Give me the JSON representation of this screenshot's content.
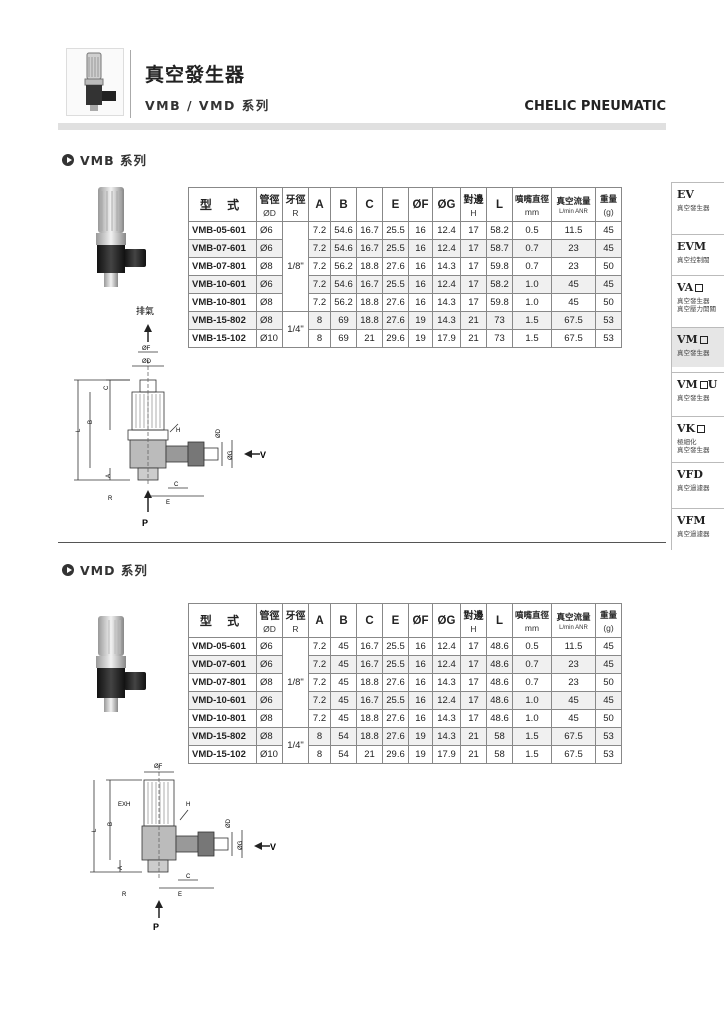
{
  "header": {
    "title": "真空發生器",
    "subtitle": "VMB / VMD 系列",
    "brand": "CHELIC PNEUMATIC"
  },
  "sections": {
    "vmb": "VMB 系列",
    "vmd": "VMD 系列"
  },
  "table_headers": {
    "model": "型 式",
    "tube": "管徑",
    "tube_sub": "ØD",
    "thread": "牙徑",
    "thread_sub": "R",
    "a": "A",
    "b": "B",
    "c": "C",
    "e": "E",
    "f": "ØF",
    "g": "ØG",
    "hex": "對邊",
    "hex_sub": "H",
    "l": "L",
    "nozzle": "噴嘴直徑",
    "nozzle_sub": "mm",
    "flow": "真空流量",
    "flow_sub": "L/min ANR",
    "weight": "重量",
    "weight_sub": "(g)"
  },
  "vmb_table": {
    "thread_group1": "1/8\"",
    "thread_group2": "1/4\"",
    "rows": [
      {
        "model": "VMB-05-601",
        "od": "Ø6",
        "a": "7.2",
        "b": "54.6",
        "c": "16.7",
        "e": "25.5",
        "f": "16",
        "g": "12.4",
        "h": "17",
        "l": "58.2",
        "nozzle": "0.5",
        "flow": "11.5",
        "weight": "45"
      },
      {
        "model": "VMB-07-601",
        "od": "Ø6",
        "a": "7.2",
        "b": "54.6",
        "c": "16.7",
        "e": "25.5",
        "f": "16",
        "g": "12.4",
        "h": "17",
        "l": "58.7",
        "nozzle": "0.7",
        "flow": "23",
        "weight": "45"
      },
      {
        "model": "VMB-07-801",
        "od": "Ø8",
        "a": "7.2",
        "b": "56.2",
        "c": "18.8",
        "e": "27.6",
        "f": "16",
        "g": "14.3",
        "h": "17",
        "l": "59.8",
        "nozzle": "0.7",
        "flow": "23",
        "weight": "50"
      },
      {
        "model": "VMB-10-601",
        "od": "Ø6",
        "a": "7.2",
        "b": "54.6",
        "c": "16.7",
        "e": "25.5",
        "f": "16",
        "g": "12.4",
        "h": "17",
        "l": "58.2",
        "nozzle": "1.0",
        "flow": "45",
        "weight": "45"
      },
      {
        "model": "VMB-10-801",
        "od": "Ø8",
        "a": "7.2",
        "b": "56.2",
        "c": "18.8",
        "e": "27.6",
        "f": "16",
        "g": "14.3",
        "h": "17",
        "l": "59.8",
        "nozzle": "1.0",
        "flow": "45",
        "weight": "50"
      },
      {
        "model": "VMB-15-802",
        "od": "Ø8",
        "a": "8",
        "b": "69",
        "c": "18.8",
        "e": "27.6",
        "f": "19",
        "g": "14.3",
        "h": "21",
        "l": "73",
        "nozzle": "1.5",
        "flow": "67.5",
        "weight": "53"
      },
      {
        "model": "VMB-15-102",
        "od": "Ø10",
        "a": "8",
        "b": "69",
        "c": "21",
        "e": "29.6",
        "f": "19",
        "g": "17.9",
        "h": "21",
        "l": "73",
        "nozzle": "1.5",
        "flow": "67.5",
        "weight": "53"
      }
    ]
  },
  "vmd_table": {
    "thread_group1": "1/8\"",
    "thread_group2": "1/4\"",
    "rows": [
      {
        "model": "VMD-05-601",
        "od": "Ø6",
        "a": "7.2",
        "b": "45",
        "c": "16.7",
        "e": "25.5",
        "f": "16",
        "g": "12.4",
        "h": "17",
        "l": "48.6",
        "nozzle": "0.5",
        "flow": "11.5",
        "weight": "45"
      },
      {
        "model": "VMD-07-601",
        "od": "Ø6",
        "a": "7.2",
        "b": "45",
        "c": "16.7",
        "e": "25.5",
        "f": "16",
        "g": "12.4",
        "h": "17",
        "l": "48.6",
        "nozzle": "0.7",
        "flow": "23",
        "weight": "45"
      },
      {
        "model": "VMD-07-801",
        "od": "Ø8",
        "a": "7.2",
        "b": "45",
        "c": "18.8",
        "e": "27.6",
        "f": "16",
        "g": "14.3",
        "h": "17",
        "l": "48.6",
        "nozzle": "0.7",
        "flow": "23",
        "weight": "50"
      },
      {
        "model": "VMD-10-601",
        "od": "Ø6",
        "a": "7.2",
        "b": "45",
        "c": "16.7",
        "e": "25.5",
        "f": "16",
        "g": "12.4",
        "h": "17",
        "l": "48.6",
        "nozzle": "1.0",
        "flow": "45",
        "weight": "45"
      },
      {
        "model": "VMD-10-801",
        "od": "Ø8",
        "a": "7.2",
        "b": "45",
        "c": "18.8",
        "e": "27.6",
        "f": "16",
        "g": "14.3",
        "h": "17",
        "l": "48.6",
        "nozzle": "1.0",
        "flow": "45",
        "weight": "50"
      },
      {
        "model": "VMD-15-802",
        "od": "Ø8",
        "a": "8",
        "b": "54",
        "c": "18.8",
        "e": "27.6",
        "f": "19",
        "g": "14.3",
        "h": "21",
        "l": "58",
        "nozzle": "1.5",
        "flow": "67.5",
        "weight": "53"
      },
      {
        "model": "VMD-15-102",
        "od": "Ø10",
        "a": "8",
        "b": "54",
        "c": "21",
        "e": "29.6",
        "f": "19",
        "g": "17.9",
        "h": "21",
        "l": "58",
        "nozzle": "1.5",
        "flow": "67.5",
        "weight": "53"
      }
    ]
  },
  "drawing_vmb": {
    "exhaust": "排氣",
    "f": "ØF",
    "d": "ØD",
    "c": "C",
    "b": "B",
    "l": "L",
    "h": "H",
    "a": "A",
    "r": "R",
    "e": "E",
    "c2": "C",
    "od": "ØD",
    "og": "ØG",
    "v": "V",
    "p": "P"
  },
  "drawing_vmd": {
    "f": "ØF",
    "exh": "EXH",
    "h": "H",
    "b": "B",
    "l": "L",
    "a": "A",
    "r": "R",
    "c": "C",
    "e": "E",
    "od": "ØD",
    "og": "ØG",
    "v": "V",
    "p": "P"
  },
  "sidebar": {
    "items": [
      {
        "code": "EV",
        "box": false,
        "desc1": "真空發生器",
        "desc2": ""
      },
      {
        "code": "EVM",
        "box": false,
        "desc1": "真空控制閥",
        "desc2": ""
      },
      {
        "code": "VA",
        "box": true,
        "desc1": "真空發生器",
        "desc2": "真空壓力開關"
      },
      {
        "code": "VM",
        "box": true,
        "desc1": "真空發生器",
        "desc2": ""
      },
      {
        "code": "VM",
        "box": true,
        "suffix": "U",
        "desc1": "真空發生器",
        "desc2": ""
      },
      {
        "code": "VK",
        "box": true,
        "desc1": "極細化",
        "desc2": "真空發生器"
      },
      {
        "code": "VFD",
        "box": false,
        "desc1": "真空過濾器",
        "desc2": ""
      },
      {
        "code": "VFM",
        "box": false,
        "desc1": "真空過濾器",
        "desc2": ""
      }
    ]
  }
}
